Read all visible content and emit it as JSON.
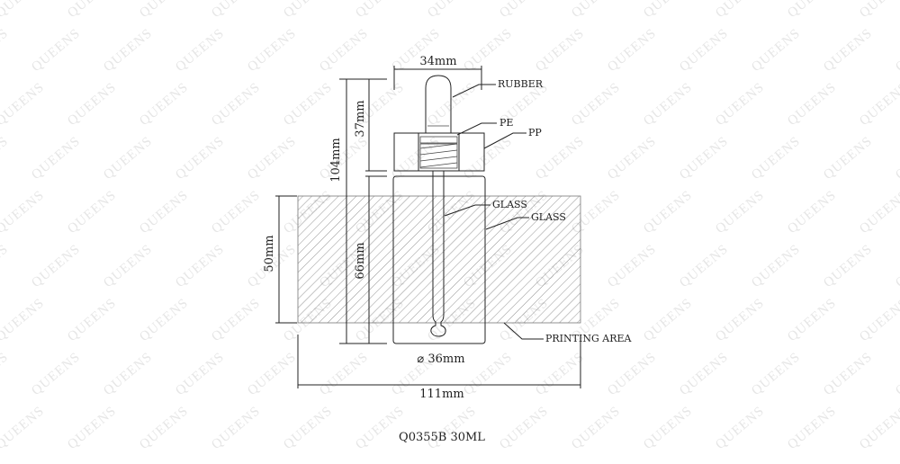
{
  "watermark": {
    "text": "QUEENS"
  },
  "dimensions": {
    "cap_width": "34mm",
    "cap_height": "37mm",
    "total_height": "104mm",
    "body_height": "66mm",
    "print_height": "50mm",
    "diameter": "⌀ 36mm",
    "print_width": "111mm"
  },
  "parts": {
    "rubber": "RUBBER",
    "pe": "PE",
    "pp": "PP",
    "glass_pipette": "GLASS",
    "glass_bottle": "GLASS",
    "printing_area": "PRINTING AREA"
  },
  "model": "Q0355B 30ML"
}
